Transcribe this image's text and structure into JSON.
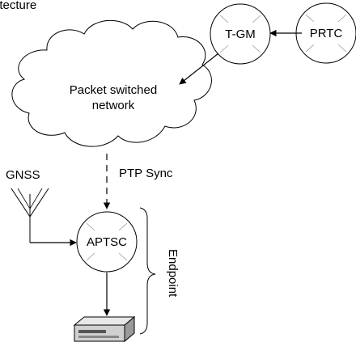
{
  "caption_fragment": "itecture",
  "nodes": {
    "tgm": "T-GM",
    "prtc": "PRTC",
    "network_line1": "Packet switched",
    "network_line2": "network",
    "gnss": "GNSS",
    "aptsc": "APTSC",
    "endpoint": "Endpoint"
  },
  "links": {
    "ptp_sync": "PTP Sync"
  },
  "icons": [
    "cloud-icon",
    "antenna-icon",
    "device-icon"
  ]
}
